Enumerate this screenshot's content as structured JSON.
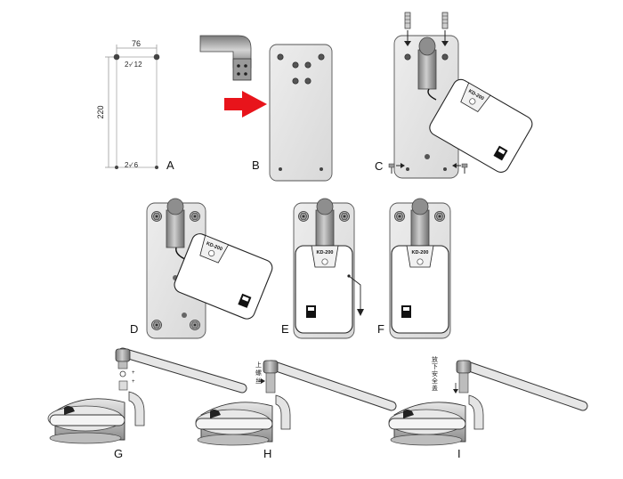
{
  "steps": {
    "a": "A",
    "b": "B",
    "c": "C",
    "d": "D",
    "e": "E",
    "f": "F",
    "g": "G",
    "h": "H",
    "i": "I"
  },
  "dimensions": {
    "width": "76",
    "height": "220",
    "top_holes": "2-∕ 12",
    "bottom_holes": "2-∕ 6"
  },
  "device": {
    "model_label": "KD-200"
  },
  "annotations": {
    "h_side_label": "上螺丝",
    "i_side_label": "放下安全盖"
  },
  "colors": {
    "arrow_red": "#e8141b",
    "plate_gray": "#e3e3e3",
    "pipe_gray": "#8c8c8c",
    "outline": "#222222"
  },
  "icons": [
    "right-arrow-icon",
    "down-arrow-icon",
    "screw-icon",
    "bolt-icon"
  ]
}
